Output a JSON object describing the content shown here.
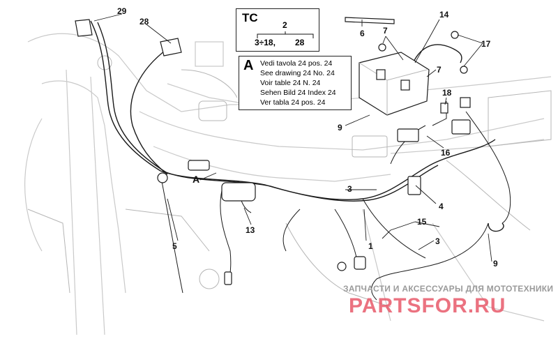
{
  "tc_box": {
    "title": "TC",
    "top_number": "2",
    "left_range": "3÷18,",
    "right_number": "28"
  },
  "note_box": {
    "letter": "A",
    "lines": [
      "Vedi tavola 24 pos. 24",
      "See drawing 24 No. 24",
      "Voir table 24 N. 24",
      "Sehen Bild 24 Index 24",
      "Ver tabla 24 pos. 24"
    ]
  },
  "callouts": {
    "c29": "29",
    "c28": "28",
    "c6": "6",
    "c7a": "7",
    "c7b": "7",
    "c14": "14",
    "c17": "17",
    "c18": "18",
    "c9a": "9",
    "c16": "16",
    "c3a": "3",
    "c4": "4",
    "c15": "15",
    "c3b": "3",
    "c9b": "9",
    "c1": "1",
    "c13": "13",
    "c5": "5",
    "cA": "A"
  },
  "watermark": {
    "line1": "ЗАПЧАСТИ И АКСЕССУАРЫ ДЛЯ МОТОТЕХНИКИ",
    "line2": "PARTSFOR.RU",
    "color_main": "#e85a6a",
    "color_text": "#9a9a9a"
  }
}
